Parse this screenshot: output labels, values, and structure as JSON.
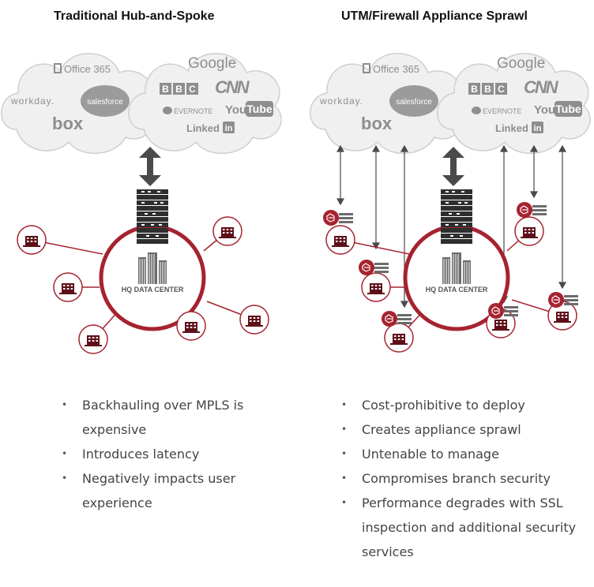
{
  "left_panel": {
    "title": "Traditional Hub-and-Spoke",
    "hub_label": "HQ DATA CENTER",
    "bullets": [
      "Backhauling over MPLS is expensive",
      "Introduces latency",
      "Negatively impacts user experience"
    ]
  },
  "right_panel": {
    "title": "UTM/Firewall Appliance Sprawl",
    "hub_label": "HQ DATA CENTER",
    "bullets": [
      "Cost-prohibitive to deploy",
      "Creates appliance sprawl",
      "Untenable to manage",
      "Compromises branch security",
      "Performance degrades with SSL inspection and additional security services"
    ]
  },
  "cloud_logos": {
    "office": "Office 365",
    "workday": "workday.",
    "salesforce": "salesforce",
    "box": "box",
    "google": "Google",
    "bbc": [
      "B",
      "B",
      "C"
    ],
    "cnn": "CNN",
    "evernote": "EVERNOTE",
    "youtube_you": "You",
    "youtube_tube": "Tube",
    "linkedin_text": "Linked",
    "linkedin_in": "in"
  },
  "colors": {
    "brand_red": "#a5232f",
    "cloud_fill": "#f0f0f0",
    "cloud_stroke": "#cfcfcf",
    "arrow_gray": "#4a4a4a"
  },
  "icons": [
    "cloud-icon",
    "server-stack-icon",
    "building-icon",
    "firewall-appliance-icon",
    "double-arrow-icon"
  ]
}
